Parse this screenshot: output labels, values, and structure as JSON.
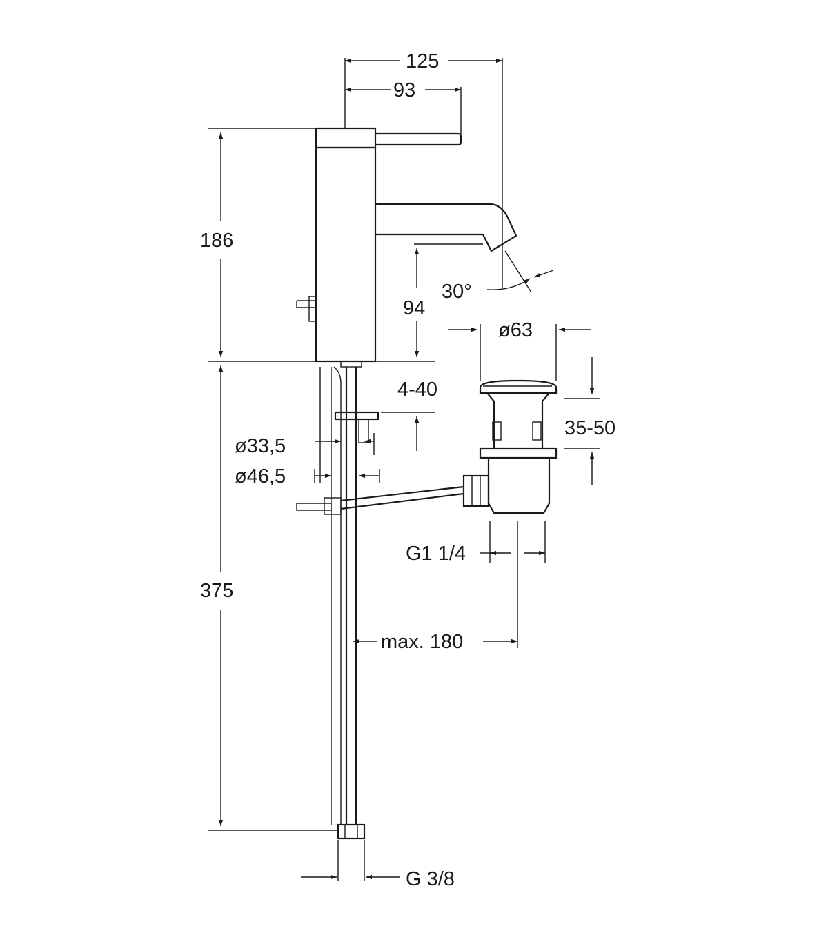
{
  "dimensions": {
    "overall_width": "125",
    "lever_reach": "93",
    "spout_height_total": "186",
    "spout_clearance": "94",
    "spout_angle": "30°",
    "waste_head_diameter": "ø63",
    "deck_thickness": "4-40",
    "drain_thickness": "35-50",
    "hole_diameter_small": "ø33,5",
    "hole_diameter_large": "ø46,5",
    "waste_thread": "G1 1/4",
    "drain_distance": "max. 180",
    "total_length_below": "375",
    "connection_thread": "G 3/8"
  }
}
